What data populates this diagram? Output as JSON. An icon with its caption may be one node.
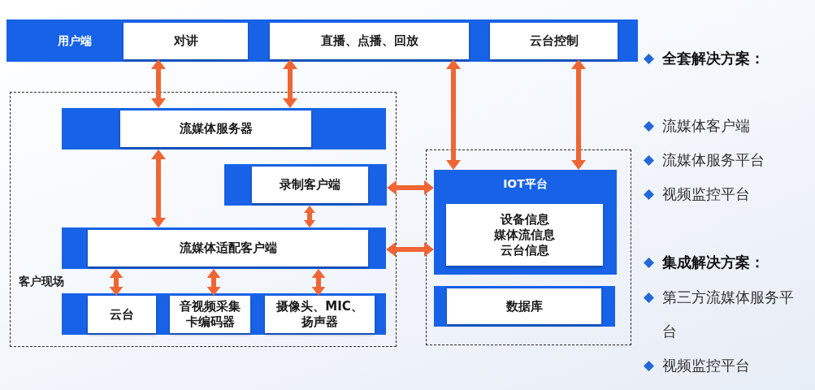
{
  "diagram": {
    "nodes": [
      {
        "text": [
          "用户端"
        ]
      },
      {
        "text": [
          "对讲"
        ],
        "in": 0
      },
      {
        "text": [
          "直播、点播、回放"
        ],
        "in": 0
      },
      {
        "text": [
          "云台控制"
        ],
        "in": 0
      },
      {
        "text": [
          "客户现场"
        ]
      },
      {
        "text": [
          "流媒体服务器"
        ],
        "in": 4
      },
      {
        "text": [
          "录制客户端"
        ],
        "in": 4
      },
      {
        "text": [
          "流媒体适配客户端"
        ],
        "in": 4
      },
      {
        "text": [],
        "shape": "bar",
        "in": 4
      },
      {
        "text": [
          "云台"
        ],
        "in": 8
      },
      {
        "text": [
          "音视频采集卡编码器"
        ],
        "in": 8
      },
      {
        "text": [
          "摄像头、MIC、扬声器"
        ],
        "in": 8
      },
      {
        "text": [],
        "shape": "box"
      },
      {
        "text": [
          "IOT平台"
        ],
        "in": 12
      },
      {
        "text": [
          "设备信息",
          "媒体流信息",
          "云台信息"
        ],
        "in": 13
      },
      {
        "text": [
          "数据库"
        ],
        "in": 12
      }
    ],
    "edges": [
      {
        "from": 1,
        "to": 5,
        "arrow": "both"
      },
      {
        "from": 2,
        "to": 5,
        "arrow": "both"
      },
      {
        "from": 5,
        "to": 7,
        "arrow": "both"
      },
      {
        "from": 6,
        "to": 7,
        "arrow": "both"
      },
      {
        "from": 6,
        "to": 13,
        "arrow": "both"
      },
      {
        "from": 7,
        "to": 13,
        "arrow": "both"
      },
      {
        "from": 2,
        "to": 13,
        "arrow": "both"
      },
      {
        "from": 3,
        "to": 13,
        "arrow": "both"
      },
      {
        "from": 7,
        "to": 9,
        "arrow": "both"
      },
      {
        "from": 7,
        "to": 10,
        "arrow": "both"
      },
      {
        "from": 7,
        "to": 11,
        "arrow": "both"
      }
    ],
    "labels": [
      "全套解决方案：",
      "流媒体客户端",
      "流媒体服务平台",
      "视频监控平台",
      "集成解决方案：",
      "第三方流媒体服务平台",
      "视频监控平台"
    ]
  }
}
